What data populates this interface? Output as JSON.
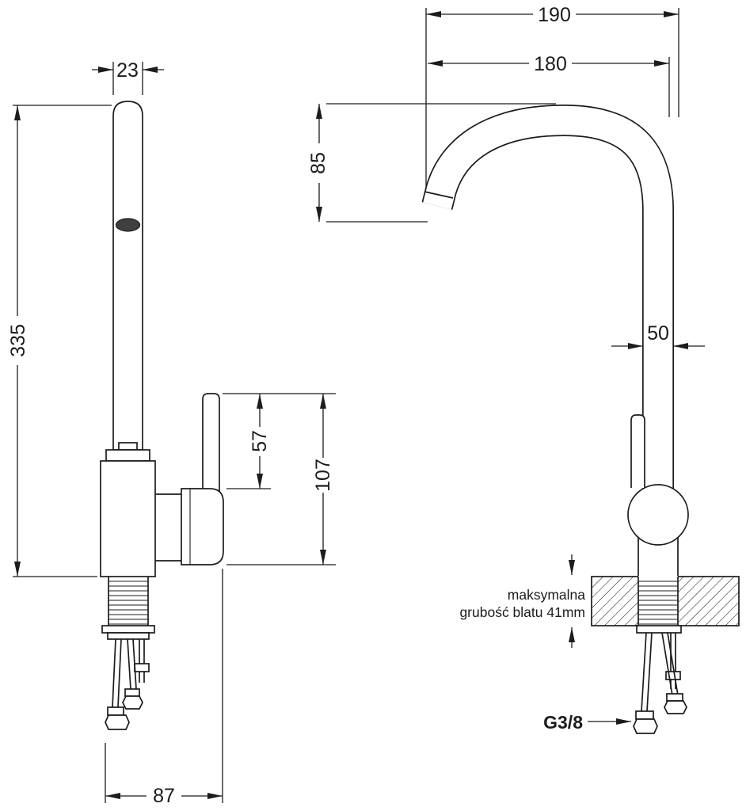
{
  "colors": {
    "line": "#1c1c1c",
    "background": "#ffffff"
  },
  "left_view": {
    "dim_spout_width": "23",
    "dim_total_height": "335",
    "dim_handle_height": "57",
    "dim_body_height": "107",
    "dim_base_depth": "87"
  },
  "right_view": {
    "dim_spout_reach_outer": "190",
    "dim_spout_reach_inner": "180",
    "dim_spout_drop": "85",
    "dim_body_width": "50",
    "countertop_note_line1": "maksymalna",
    "countertop_note_line2": "grubość blatu 41mm",
    "thread_label": "G3/8"
  }
}
